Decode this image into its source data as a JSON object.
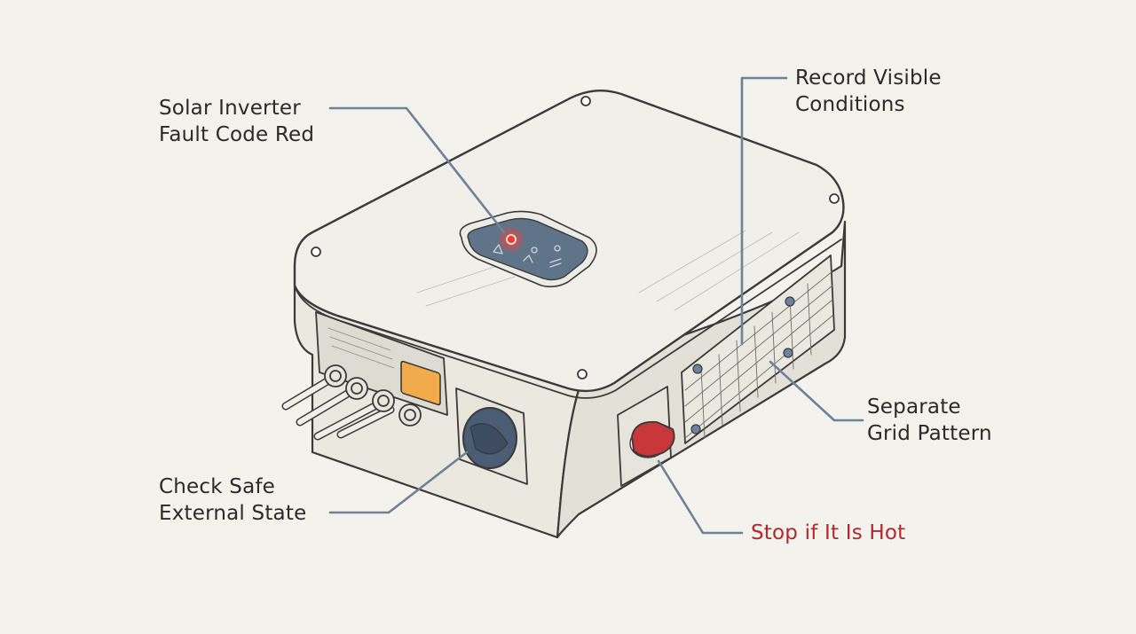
{
  "colors": {
    "background": "#f4f2ec",
    "leader_line": "#6d8197",
    "warning_text": "#b3282d",
    "fault_led": "#ff3b2f",
    "panel": "#5f7488",
    "indicator": "#f2ab4a",
    "dial": "#4a5d74",
    "isolator_knob": "#c8373a"
  },
  "callouts": {
    "fault_code": {
      "line1": "Solar Inverter",
      "line2": "Fault Code Red"
    },
    "record": {
      "line1": "Record Visible",
      "line2": "Conditions"
    },
    "grid": {
      "line1": "Separate",
      "line2": "Grid Pattern"
    },
    "safe_state": {
      "line1": "Check Safe",
      "line2": "External State"
    },
    "hot": {
      "text": "Stop if It Is Hot"
    }
  },
  "icons": {
    "device": "solar-inverter-icon",
    "led": "fault-led-icon",
    "dial": "rotary-dial-icon",
    "knob": "dc-isolator-knob-icon",
    "grille": "vent-grille-icon"
  }
}
